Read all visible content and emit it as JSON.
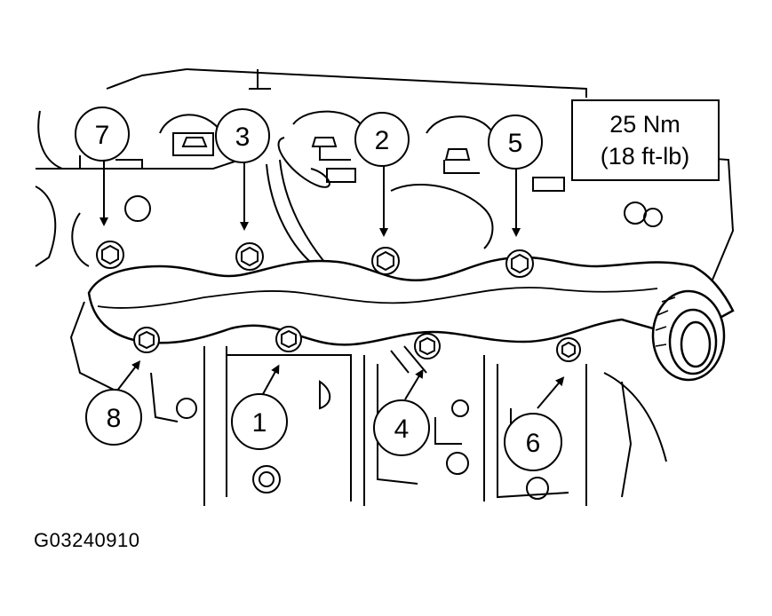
{
  "callouts": [
    {
      "number": "7"
    },
    {
      "number": "3"
    },
    {
      "number": "2"
    },
    {
      "number": "5"
    },
    {
      "number": "8"
    },
    {
      "number": "1"
    },
    {
      "number": "4"
    },
    {
      "number": "6"
    }
  ],
  "torque_spec": {
    "metric": "25 Nm",
    "imperial": "(18 ft-lb)"
  },
  "figure_id": "G03240910"
}
